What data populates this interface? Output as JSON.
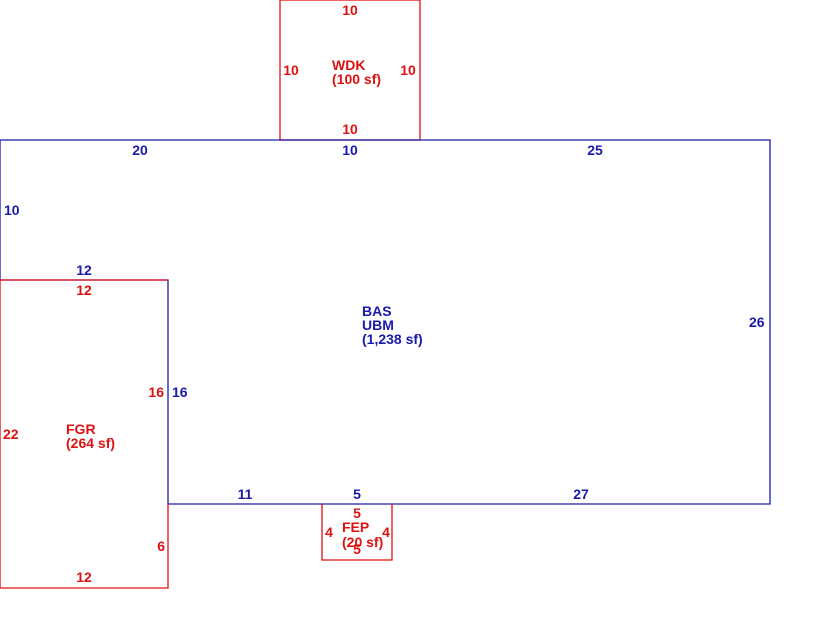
{
  "colors": {
    "red": "#dd1111",
    "blue": "#1a1aaa"
  },
  "wdk": {
    "name": "WDK",
    "area": "(100 sf)",
    "dims": {
      "top": "10",
      "left": "10",
      "right": "10",
      "bottom": "10"
    }
  },
  "bas": {
    "name": "BAS",
    "name2": "UBM",
    "area": "(1,238 sf)",
    "dims": {
      "top_left": "20",
      "top_mid": "10",
      "top_right": "25",
      "left": "10",
      "step": "12",
      "right": "26",
      "inner": "16",
      "bottom_left": "11",
      "bottom_mid": "5",
      "bottom_right": "27"
    }
  },
  "fgr": {
    "name": "FGR",
    "area": "(264 sf)",
    "dims": {
      "top": "12",
      "left": "22",
      "right_upper": "16",
      "right_lower": "6",
      "bottom": "12"
    }
  },
  "fep": {
    "name": "FEP",
    "area": "(20 sf)",
    "dims": {
      "top": "5",
      "left": "4",
      "right": "4",
      "bottom": "5"
    }
  }
}
